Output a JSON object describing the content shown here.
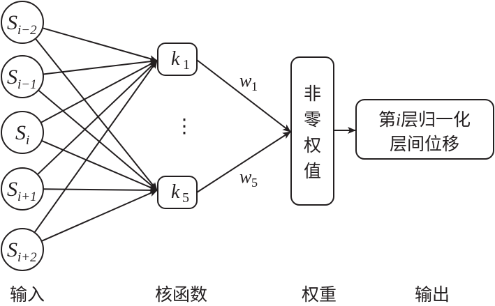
{
  "inputs": [
    {
      "base": "S",
      "sub": "i−2"
    },
    {
      "base": "S",
      "sub": "i−1"
    },
    {
      "base": "S",
      "sub": "i"
    },
    {
      "base": "S",
      "sub": "i+1"
    },
    {
      "base": "S",
      "sub": "i+2"
    }
  ],
  "kernels": [
    {
      "base": "k",
      "sub": "1"
    },
    {
      "base": "k",
      "sub": "5"
    }
  ],
  "ellipsis": "⋮",
  "weights": [
    {
      "base": "w",
      "sub": "1"
    },
    {
      "base": "w",
      "sub": "5"
    }
  ],
  "weight_box": {
    "chars": [
      "非",
      "零",
      "权",
      "值"
    ]
  },
  "output_box": {
    "line1_a": "第",
    "line1_i": "i",
    "line1_b": "层归一化",
    "line2": "层间位移"
  },
  "bottom_labels": {
    "input": "输入",
    "kernel": "核函数",
    "weight": "权重",
    "output": "输出"
  },
  "colors": {
    "stroke": "#231f20",
    "background": "#ffffff"
  }
}
